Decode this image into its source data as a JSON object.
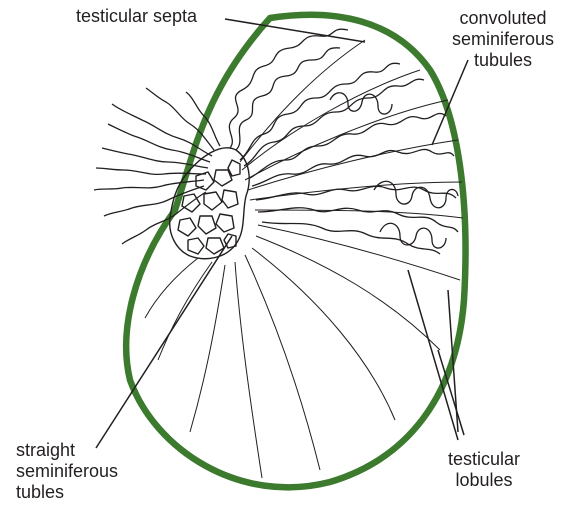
{
  "labels": {
    "testicular_septa": "testicular septa",
    "convoluted_tubules": [
      "convoluted",
      "seminiferous",
      "tubules"
    ],
    "straight_tubules": [
      "straight",
      "seminiferous",
      "tubles"
    ],
    "testicular_lobules": [
      "testicular",
      "lobules"
    ]
  },
  "colors": {
    "tunica_albuginea": "#3c7a2e",
    "line": "#231f20",
    "background": "#ffffff"
  }
}
